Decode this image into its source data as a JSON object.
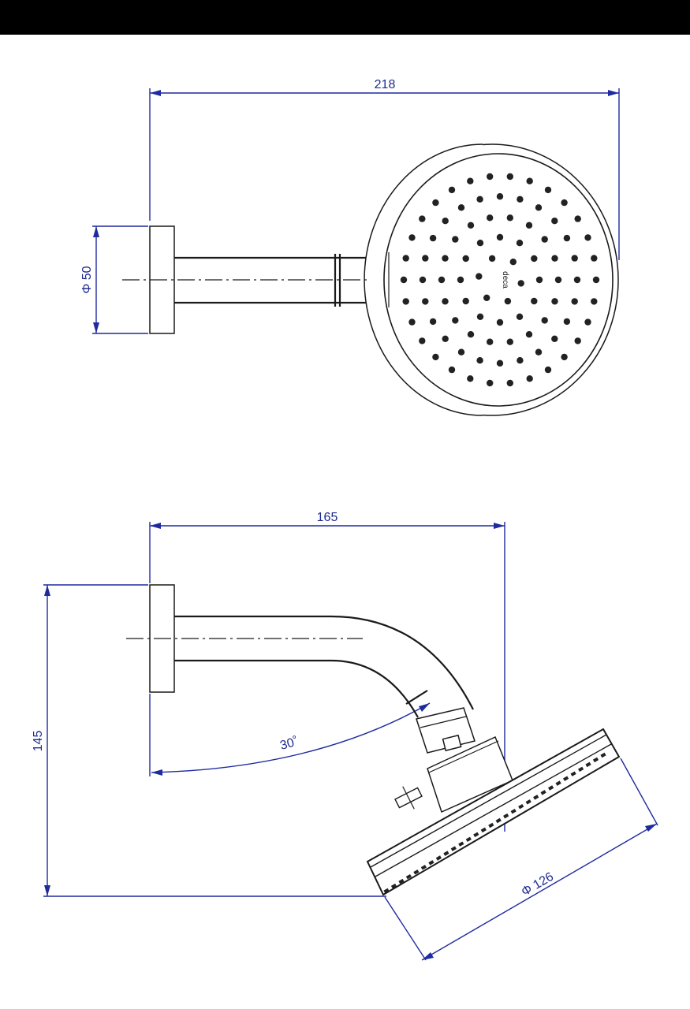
{
  "colors": {
    "dimension": "#1f2a9e",
    "dimension_text": "#1e2a8f",
    "ink": "#1a1a1a",
    "frame": "#000000",
    "paper": "#ffffff"
  },
  "top_view": {
    "overall_width": "218",
    "flange_diameter": "Φ 50",
    "brand_mark": "deca"
  },
  "side_view": {
    "horizontal_reach": "165",
    "height_drop": "145",
    "tilt_angle": "30˚",
    "head_diameter": "Φ 126"
  }
}
